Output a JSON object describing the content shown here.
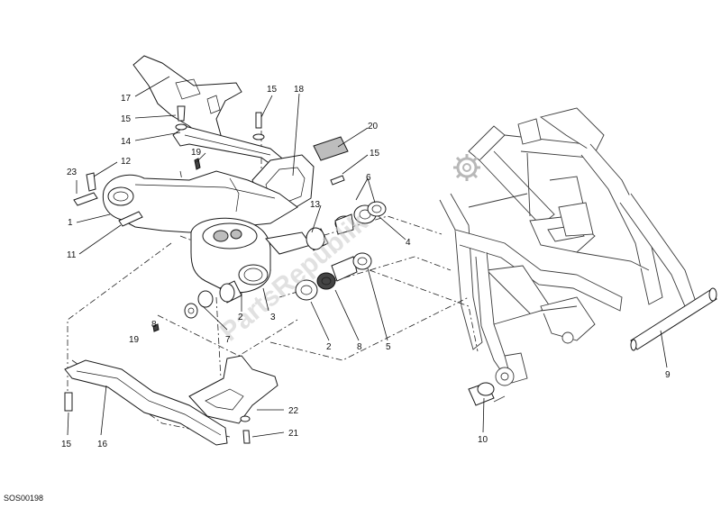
{
  "diagram": {
    "drawing_code": "SOS00198",
    "watermark_text": "PartsRepublik",
    "watermark_icon": "gear-icon",
    "callouts": [
      {
        "id": "c17",
        "text": "17"
      },
      {
        "id": "c15a",
        "text": "15"
      },
      {
        "id": "c18",
        "text": "18"
      },
      {
        "id": "c15b",
        "text": "15"
      },
      {
        "id": "c14",
        "text": "14"
      },
      {
        "id": "c20",
        "text": "20"
      },
      {
        "id": "c19a",
        "text": "19"
      },
      {
        "id": "c12",
        "text": "12"
      },
      {
        "id": "c23",
        "text": "23"
      },
      {
        "id": "c15c",
        "text": "15"
      },
      {
        "id": "c6",
        "text": "6"
      },
      {
        "id": "c13",
        "text": "13"
      },
      {
        "id": "c1",
        "text": "1"
      },
      {
        "id": "c4",
        "text": "4"
      },
      {
        "id": "c11",
        "text": "11"
      },
      {
        "id": "c2a",
        "text": "2"
      },
      {
        "id": "c3",
        "text": "3"
      },
      {
        "id": "c8small",
        "text": "8"
      },
      {
        "id": "c19b",
        "text": "19"
      },
      {
        "id": "c7",
        "text": "7"
      },
      {
        "id": "c2b",
        "text": "2"
      },
      {
        "id": "c8",
        "text": "8"
      },
      {
        "id": "c5",
        "text": "5"
      },
      {
        "id": "c9",
        "text": "9"
      },
      {
        "id": "c22",
        "text": "22"
      },
      {
        "id": "c21",
        "text": "21"
      },
      {
        "id": "c15d",
        "text": "15"
      },
      {
        "id": "c16",
        "text": "16"
      },
      {
        "id": "c10",
        "text": "10"
      }
    ]
  }
}
